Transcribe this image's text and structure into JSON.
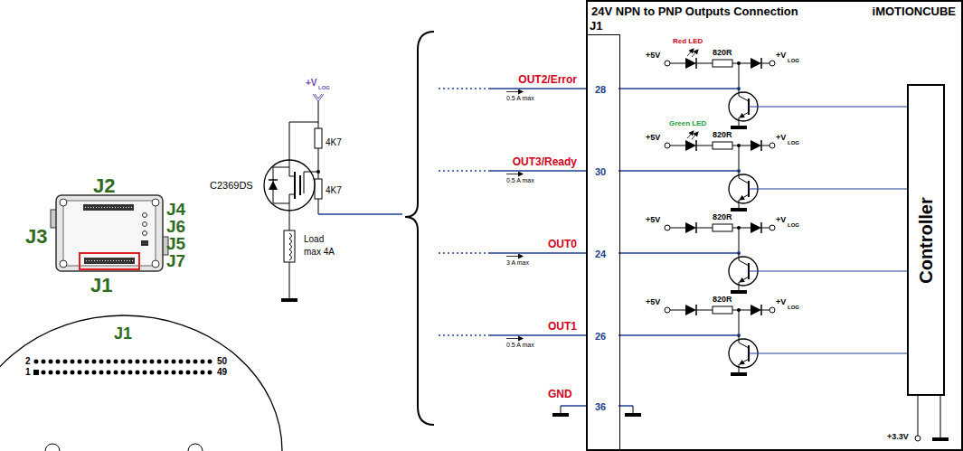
{
  "diagram": {
    "nodes": [
      {
        "text": [
          "24V NPN to PNP Outputs Connection",
          "iMOTIONCUBE"
        ]
      },
      {
        "text": [
          "J1",
          "28",
          "30",
          "24",
          "26",
          "36"
        ],
        "in": 0
      },
      {
        "text": [
          "Controller"
        ],
        "in": 0
      }
    ],
    "labels": [
      "J2",
      "J4",
      "J3",
      "J6",
      "J5",
      "J7",
      "J1",
      "J1",
      "2",
      "50",
      "1",
      "49",
      "+V",
      "LOG",
      "C2369DS",
      "4K7",
      "4K7",
      "Load",
      "max 4A",
      "OUT2/Error",
      "0.5 A max",
      "OUT3/Ready",
      "0.5 A max",
      "OUT0",
      "3 A max",
      "OUT1",
      "0.5 A max",
      "GND",
      "Red LED",
      "+5V",
      "820R",
      "+V",
      "LOG",
      "Green LED",
      "+5V",
      "820R",
      "+V",
      "LOG",
      "+5V",
      "820R",
      "+V",
      "LOG",
      "+5V",
      "820R",
      "+V",
      "LOG",
      "+3.3V"
    ]
  }
}
